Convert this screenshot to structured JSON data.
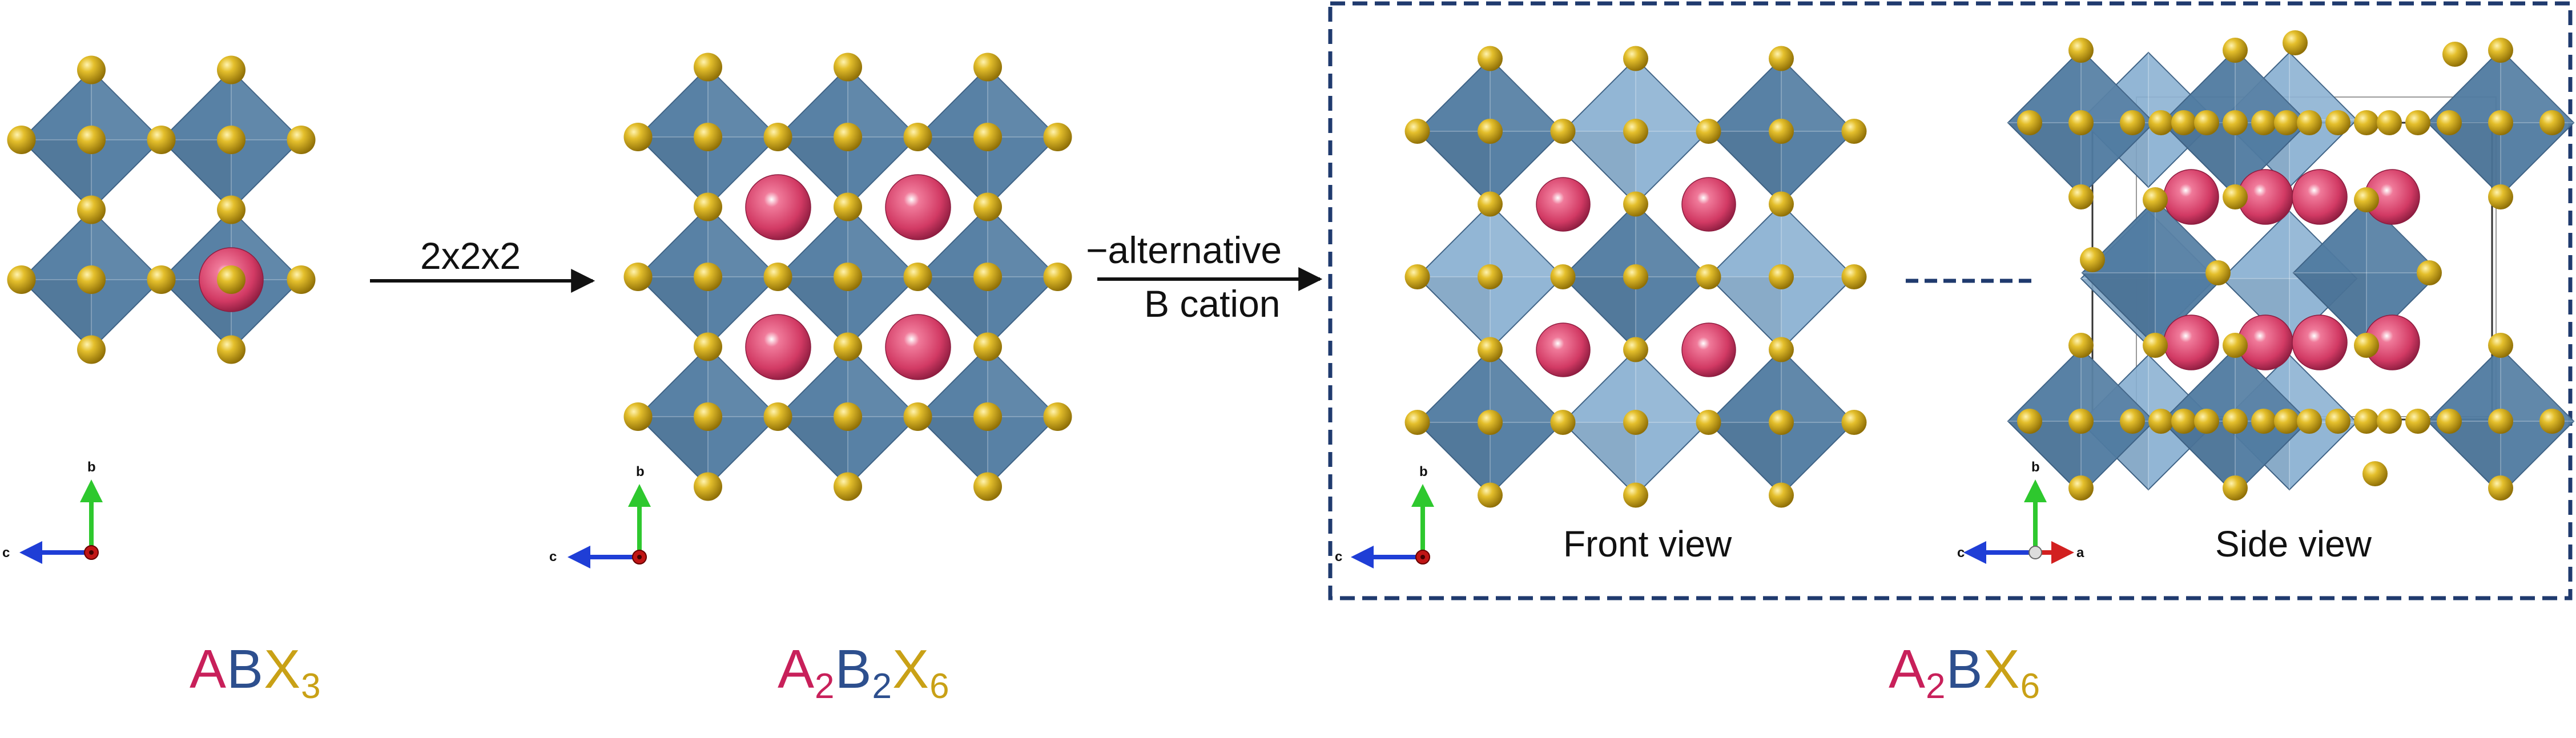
{
  "arrows": {
    "supercell": "2x2x2",
    "substitution_line1": "−alternative",
    "substitution_line2": "B cation"
  },
  "views": {
    "front": "Front view",
    "side": "Side view"
  },
  "axes": {
    "b": "b",
    "c": "c",
    "a": "a"
  },
  "formulas": {
    "abx3": {
      "A": "A",
      "B": "B",
      "X": "X",
      "x_sub": "3"
    },
    "a2b2x6": {
      "A": "A",
      "a_sub": "2",
      "B": "B",
      "b_sub": "2",
      "X": "X",
      "x_sub": "6"
    },
    "a2bx6": {
      "A": "A",
      "a_sub": "2",
      "B": "B",
      "X": "X",
      "x_sub": "6"
    }
  },
  "colors": {
    "octahedron_dark": "#4f7aa0",
    "octahedron_light": "#86aed0",
    "x_anion": "#c9a116",
    "a_cation": "#d9416a",
    "box_border": "#1f3a6e",
    "formula_a": "#c8205a",
    "formula_b": "#2d4f8e",
    "formula_x": "#c9a116"
  }
}
